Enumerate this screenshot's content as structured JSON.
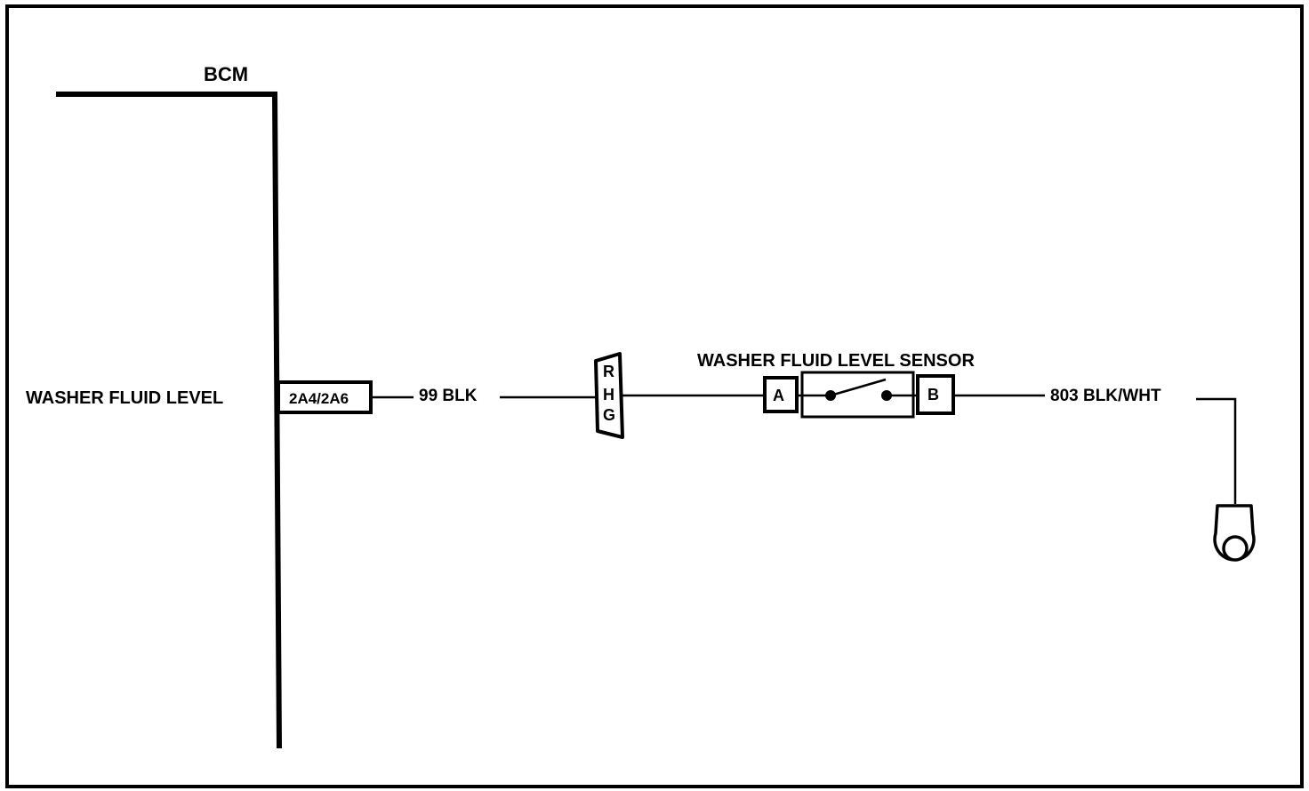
{
  "module": {
    "name": "BCM",
    "circuit_label": "WASHER FLUID LEVEL",
    "pin": "2A4/2A6"
  },
  "wire_in": {
    "label": "99 BLK"
  },
  "connector": {
    "letters": [
      "R",
      "H",
      "G"
    ]
  },
  "sensor": {
    "name": "WASHER FLUID LEVEL SENSOR",
    "terminal_a": "A",
    "terminal_b": "B"
  },
  "wire_out": {
    "label": "803 BLK/WHT"
  },
  "ground": {
    "icon": "ground-eyelet-icon"
  }
}
